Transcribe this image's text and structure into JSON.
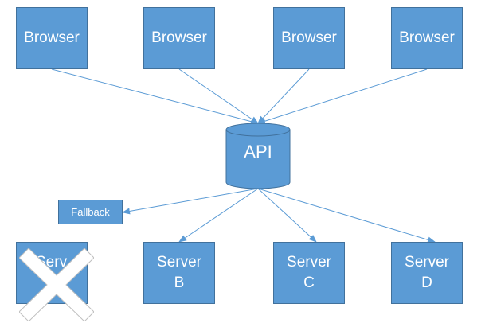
{
  "browsers": [
    {
      "label": "Browser"
    },
    {
      "label": "Browser"
    },
    {
      "label": "Browser"
    },
    {
      "label": "Browser"
    }
  ],
  "api": {
    "label": "API"
  },
  "fallback": {
    "label": "Fallback"
  },
  "servers": [
    {
      "label": "Serv",
      "crossed_out": true
    },
    {
      "line1": "Server",
      "line2": "B"
    },
    {
      "line1": "Server",
      "line2": "C"
    },
    {
      "line1": "Server",
      "line2": "D"
    }
  ],
  "colors": {
    "box_fill": "#5b9bd5",
    "box_border": "#41719c",
    "connector": "#5b9bd5",
    "x_mark": "#ffffff"
  }
}
